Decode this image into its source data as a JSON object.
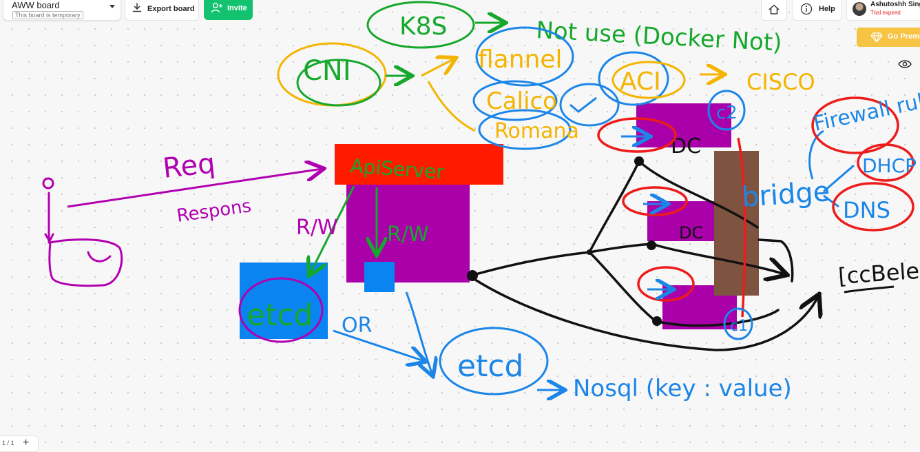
{
  "toolbar": {
    "board_title": "AWW board",
    "board_badge": "This board is temporary",
    "export_label": "Export board",
    "invite_label": "Invite",
    "help_label": "Help",
    "user_name": "Ashutoshh Singh",
    "trial_status": "Trial expired",
    "premium_label": "Go Premium",
    "page_indicator": "1 / 1",
    "add_page": "+"
  },
  "board": {
    "labels": {
      "k8s": "K8S",
      "not_use": "Not use (Docker Not)",
      "cni": "CNI",
      "flannel": "flannel",
      "calico": "Calico",
      "romana": "Romana",
      "aci": "ACI",
      "cisco": "CISCO",
      "req": "Req",
      "respons": "Respons",
      "apiserver": "ApiServer",
      "rw_left": "R/W",
      "rw_right": "R/W",
      "etcd_left": "etcd",
      "or": "OR",
      "etcd_right": "etcd",
      "nosql": "Nosql (key : value)",
      "dc_top": "DC",
      "dc_mid": "DC",
      "c1": "c1",
      "c2": "c2",
      "bridge": "bridge",
      "firewall_rule": "Firewall rule",
      "dhcp": "DHCP",
      "dns": "DNS",
      "ccbeled": "[ccBeled"
    },
    "colors": {
      "purple": "#aa00aa",
      "red": "#ff1a00",
      "blue_box": "#0a84f0",
      "brown": "#7e5440",
      "pen_green": "#16a82c",
      "pen_yellow": "#f4b400",
      "pen_blue": "#1b86e8",
      "pen_red": "#ee1b1b",
      "pen_purple": "#b100b1",
      "pen_black": "#111111"
    }
  }
}
